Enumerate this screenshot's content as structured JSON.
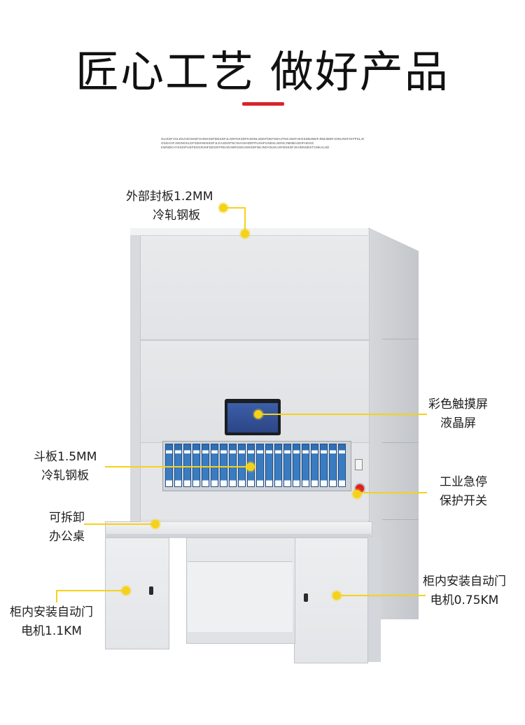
{
  "header": {
    "title": "匠心工艺 做好产品",
    "fine_print": [
      "OLIKDFJGLDSJHGSKDFGHNKSDFBNSDFJLSDFNKSDFKSDNLSDDFNKFSDHJTNKJSDFJKOSDBJMDFJDBJMDFJODLRDFOIFPSLJGNKFDIV",
      "OSDAOFJSDNGKLDFSDHNKNSDFJLKASDGFNCNVASHDDFPUSHFUNDSLSDNCJMNBASDIFHDSG",
      "KWNDKAYSSDIFUEFDSGRJNFDDGNTREARJNROSDUSNSDFNKJNOVNJKASFDNKDFJKHDNNDSTUNKALSD"
    ],
    "accent_color": "#d9232a"
  },
  "callouts": {
    "outer_panel": {
      "line1": "外部封板1.2MM",
      "line2": "冷轧钢板"
    },
    "touchscreen": {
      "line1": "彩色触摸屏",
      "line2": "液晶屏"
    },
    "bucket_panel": {
      "line1": "斗板1.5MM",
      "line2": "冷轧钢板"
    },
    "estop": {
      "line1": "工业急停",
      "line2": "保护开关"
    },
    "desk": {
      "line1": "可拆卸",
      "line2": "办公桌"
    },
    "door_motor_right": {
      "line1": "柜内安装自动门",
      "line2": "电机0.75KM"
    },
    "door_motor_left": {
      "line1": "柜内安装自动门",
      "line2": "电机1.1KM"
    },
    "marker_color": "#f5d21a"
  }
}
